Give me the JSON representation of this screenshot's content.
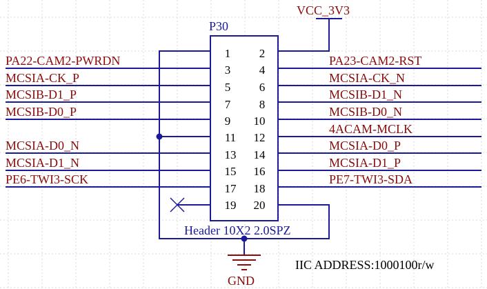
{
  "component": {
    "designator": "P30",
    "value": "Header 10X2  2.0SPZ"
  },
  "power": {
    "vcc_label": "VCC_3V3",
    "gnd_label": "GND"
  },
  "note": "IIC ADDRESS:1000100r/w",
  "left_pins": [
    "1",
    "3",
    "5",
    "7",
    "9",
    "11",
    "13",
    "15",
    "17",
    "19"
  ],
  "right_pins": [
    "2",
    "4",
    "6",
    "8",
    "10",
    "12",
    "14",
    "16",
    "18",
    "20"
  ],
  "left_nets": [
    "PA22-CAM2-PWRDN",
    "MCSIA-CK_P",
    "MCSIB-D1_P",
    "MCSIB-D0_P",
    "MCSIA-D0_N",
    "MCSIA-D1_N",
    "PE6-TWI3-SCK"
  ],
  "right_nets": [
    "PA23-CAM2-RST",
    "MCSIA-CK_N",
    "MCSIB-D1_N",
    "MCSIB-D0_N",
    "4ACAM-MCLK",
    "MCSIA-D0_P",
    "MCSIA-D1_P",
    "PE7-TWI3-SDA"
  ],
  "colors": {
    "wire": "#1a1a99",
    "net_label": "#8b0a0a",
    "grid": "#d8d8d8"
  }
}
